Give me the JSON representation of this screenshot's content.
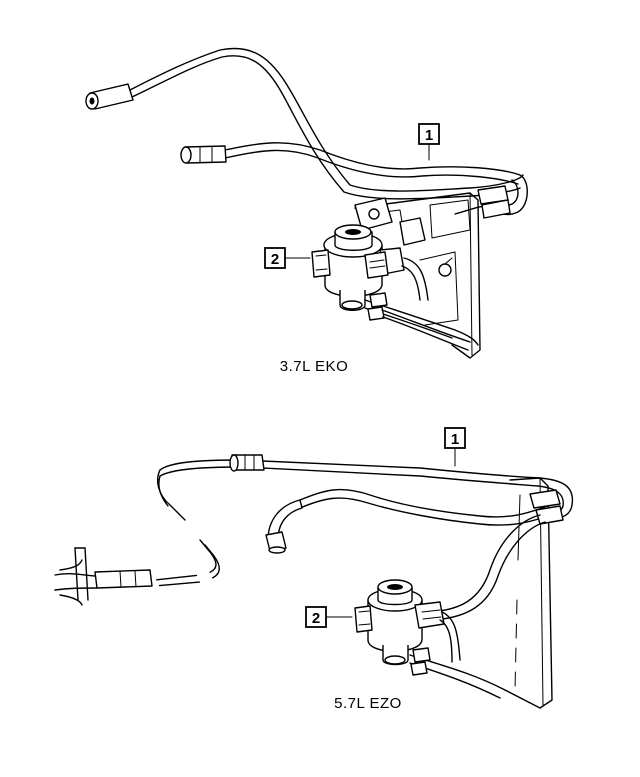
{
  "views": [
    {
      "caption": "3.7L  EKO",
      "callouts": [
        "1",
        "2"
      ]
    },
    {
      "caption": "5.7L  EZO",
      "callouts": [
        "1",
        "2"
      ]
    }
  ]
}
